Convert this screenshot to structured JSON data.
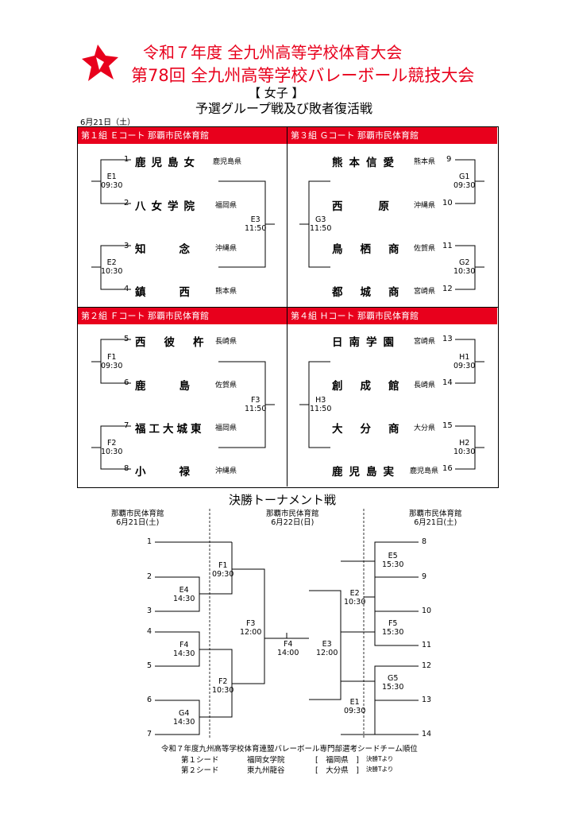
{
  "header": {
    "line1": "令和７年度 全九州高等学校体育大会",
    "line2": "第78回 全九州高等学校バレーボール競技大会",
    "division": "【 女子 】",
    "subtitle": "予選グループ戦及び敗者復活戦",
    "date": "6月21日（土）"
  },
  "groups": [
    {
      "header": "第１組 Ｅコート 那覇市民体育館",
      "teams": [
        {
          "num": "1",
          "name": "鹿児島女",
          "pref": "鹿児島県"
        },
        {
          "num": "2",
          "name": "八女学院",
          "pref": "福岡県"
        },
        {
          "num": "3",
          "name": "知　　念",
          "pref": "沖縄県"
        },
        {
          "num": "4",
          "name": "鎮　　西",
          "pref": "熊本県"
        }
      ],
      "matches": [
        {
          "code": "E1",
          "time": "09:30"
        },
        {
          "code": "E2",
          "time": "10:30"
        },
        {
          "code": "E3",
          "time": "11:50"
        }
      ]
    },
    {
      "header": "第２組 Ｆコート 那覇市民体育館",
      "teams": [
        {
          "num": "5",
          "name": "西彼杵",
          "pref": "長崎県"
        },
        {
          "num": "6",
          "name": "鹿　　島",
          "pref": "佐賀県"
        },
        {
          "num": "7",
          "name": "福工大城東",
          "pref": "福岡県"
        },
        {
          "num": "8",
          "name": "小　　禄",
          "pref": "沖縄県"
        }
      ],
      "matches": [
        {
          "code": "F1",
          "time": "09:30"
        },
        {
          "code": "F2",
          "time": "10:30"
        },
        {
          "code": "F3",
          "time": "11:50"
        }
      ]
    },
    {
      "header": "第３組 Ｇコート 那覇市民体育館",
      "teams": [
        {
          "num": "9",
          "name": "熊本信愛",
          "pref": "熊本県"
        },
        {
          "num": "10",
          "name": "西　　原",
          "pref": "沖縄県"
        },
        {
          "num": "11",
          "name": "鳥栖商",
          "pref": "佐賀県"
        },
        {
          "num": "12",
          "name": "都城商",
          "pref": "宮崎県"
        }
      ],
      "matches": [
        {
          "code": "G1",
          "time": "09:30"
        },
        {
          "code": "G2",
          "time": "10:30"
        },
        {
          "code": "G3",
          "time": "11:50"
        }
      ]
    },
    {
      "header": "第４組 Ｈコート 那覇市民体育館",
      "teams": [
        {
          "num": "13",
          "name": "日南学園",
          "pref": "宮崎県"
        },
        {
          "num": "14",
          "name": "創成館",
          "pref": "長崎県"
        },
        {
          "num": "15",
          "name": "大分商",
          "pref": "大分県"
        },
        {
          "num": "16",
          "name": "鹿児島実",
          "pref": "鹿児島県"
        }
      ],
      "matches": [
        {
          "code": "H1",
          "time": "09:30"
        },
        {
          "code": "H2",
          "time": "10:30"
        },
        {
          "code": "H3",
          "time": "11:50"
        }
      ]
    }
  ],
  "knockout": {
    "title": "決勝トーナメント戦",
    "venues": [
      {
        "venue": "那覇市民体育館",
        "date": "6月21日(土)"
      },
      {
        "venue": "那覇市民体育館",
        "date": "6月22日(日)"
      },
      {
        "venue": "那覇市民体育館",
        "date": "6月21日(土)"
      }
    ],
    "left_slots": [
      "1",
      "2",
      "3",
      "4",
      "5",
      "6",
      "7"
    ],
    "right_slots": [
      "8",
      "9",
      "10",
      "11",
      "12",
      "13",
      "14"
    ],
    "matches": {
      "E4": {
        "code": "E4",
        "time": "14:30"
      },
      "F4l": {
        "code": "F4",
        "time": "14:30"
      },
      "G4": {
        "code": "G4",
        "time": "14:30"
      },
      "F1": {
        "code": "F1",
        "time": "09:30"
      },
      "F2": {
        "code": "F2",
        "time": "10:30"
      },
      "F3": {
        "code": "F3",
        "time": "12:00"
      },
      "F4": {
        "code": "F4",
        "time": "14:00"
      },
      "E3": {
        "code": "E3",
        "time": "12:00"
      },
      "E2": {
        "code": "E2",
        "time": "10:30"
      },
      "E1": {
        "code": "E1",
        "time": "09:30"
      },
      "E5": {
        "code": "E5",
        "time": "15:30"
      },
      "F5": {
        "code": "F5",
        "time": "15:30"
      },
      "G5": {
        "code": "G5",
        "time": "15:30"
      }
    }
  },
  "footer": {
    "title": "令和７年度九州高等学校体育連盟バレーボール専門部選考シードチーム順位",
    "seeds": [
      {
        "rank": "第１シード",
        "team": "福岡女学院",
        "pref": "[　福岡県　]",
        "note": "決勝Tより"
      },
      {
        "rank": "第２シード",
        "team": "東九州龍谷",
        "pref": "[　大分県　]",
        "note": "決勝Tより"
      }
    ]
  },
  "colors": {
    "accent": "#e8001c",
    "line": "#000000"
  },
  "logo": {
    "icon": "triangle-star-logo-icon"
  }
}
